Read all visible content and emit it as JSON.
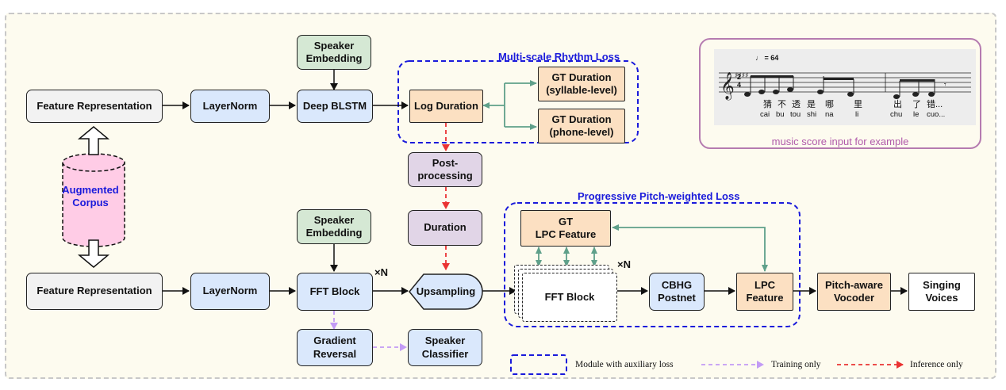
{
  "augmented_corpus": "Augmented\nCorpus",
  "feature_rep_top": "Feature Representation",
  "feature_rep_bottom": "Feature Representation",
  "layernorm_top": "LayerNorm",
  "layernorm_bottom": "LayerNorm",
  "speaker_embedding_top": "Speaker\nEmbedding",
  "speaker_embedding_bottom": "Speaker\nEmbedding",
  "deep_blstm": "Deep BLSTM",
  "log_duration": "Log Duration",
  "gt_duration_syllable": "GT Duration\n(syllable-level)",
  "gt_duration_phone": "GT Duration\n(phone-level)",
  "multiscale_title": "Multi-scale Rhythm Loss",
  "post_processing": "Post-\nprocessing",
  "duration": "Duration",
  "fft_block": "FFT Block",
  "xn_left": "×N",
  "upsampling": "Upsampling",
  "gradient_reversal": "Gradient\nReversal",
  "speaker_classifier": "Speaker\nClassifier",
  "pitch_title": "Progressive Pitch-weighted Loss",
  "gt_lpc_feature": "GT\nLPC Feature",
  "fft_block_stack": "FFT Block",
  "xn_right": "×N",
  "cbhg_postnet": "CBHG\nPostnet",
  "lpc_feature": "LPC\nFeature",
  "pitch_aware_vocoder": "Pitch-aware\nVocoder",
  "singing_voices": "Singing\nVoices",
  "music": {
    "caption": "music score input for example",
    "tempo": "♩ = 64",
    "time_top": "2",
    "time_bottom": "4",
    "chars": [
      "猜",
      "不",
      "透",
      "是",
      "哪",
      "里",
      "出",
      "了",
      "错..."
    ],
    "pinyin": [
      "cai",
      "bu",
      "tou",
      "shi",
      "na",
      "li",
      "chu",
      "le",
      "cuo..."
    ]
  },
  "legend": {
    "aux_loss": "Module with auxiliary loss",
    "training_only": "Training only",
    "inference_only": "Inference only"
  },
  "colors": {
    "blue_box": "#dae8fc",
    "green_box": "#d5e8d4",
    "orange_box": "#fce0c2",
    "purple_box": "#e1d5e7",
    "dashed_blue": "#1a1adb",
    "teal_arrow": "#5fa08a",
    "training_arrow": "#c39bf5",
    "inference_arrow": "#ea3333",
    "panel_border": "#b57bb0"
  }
}
